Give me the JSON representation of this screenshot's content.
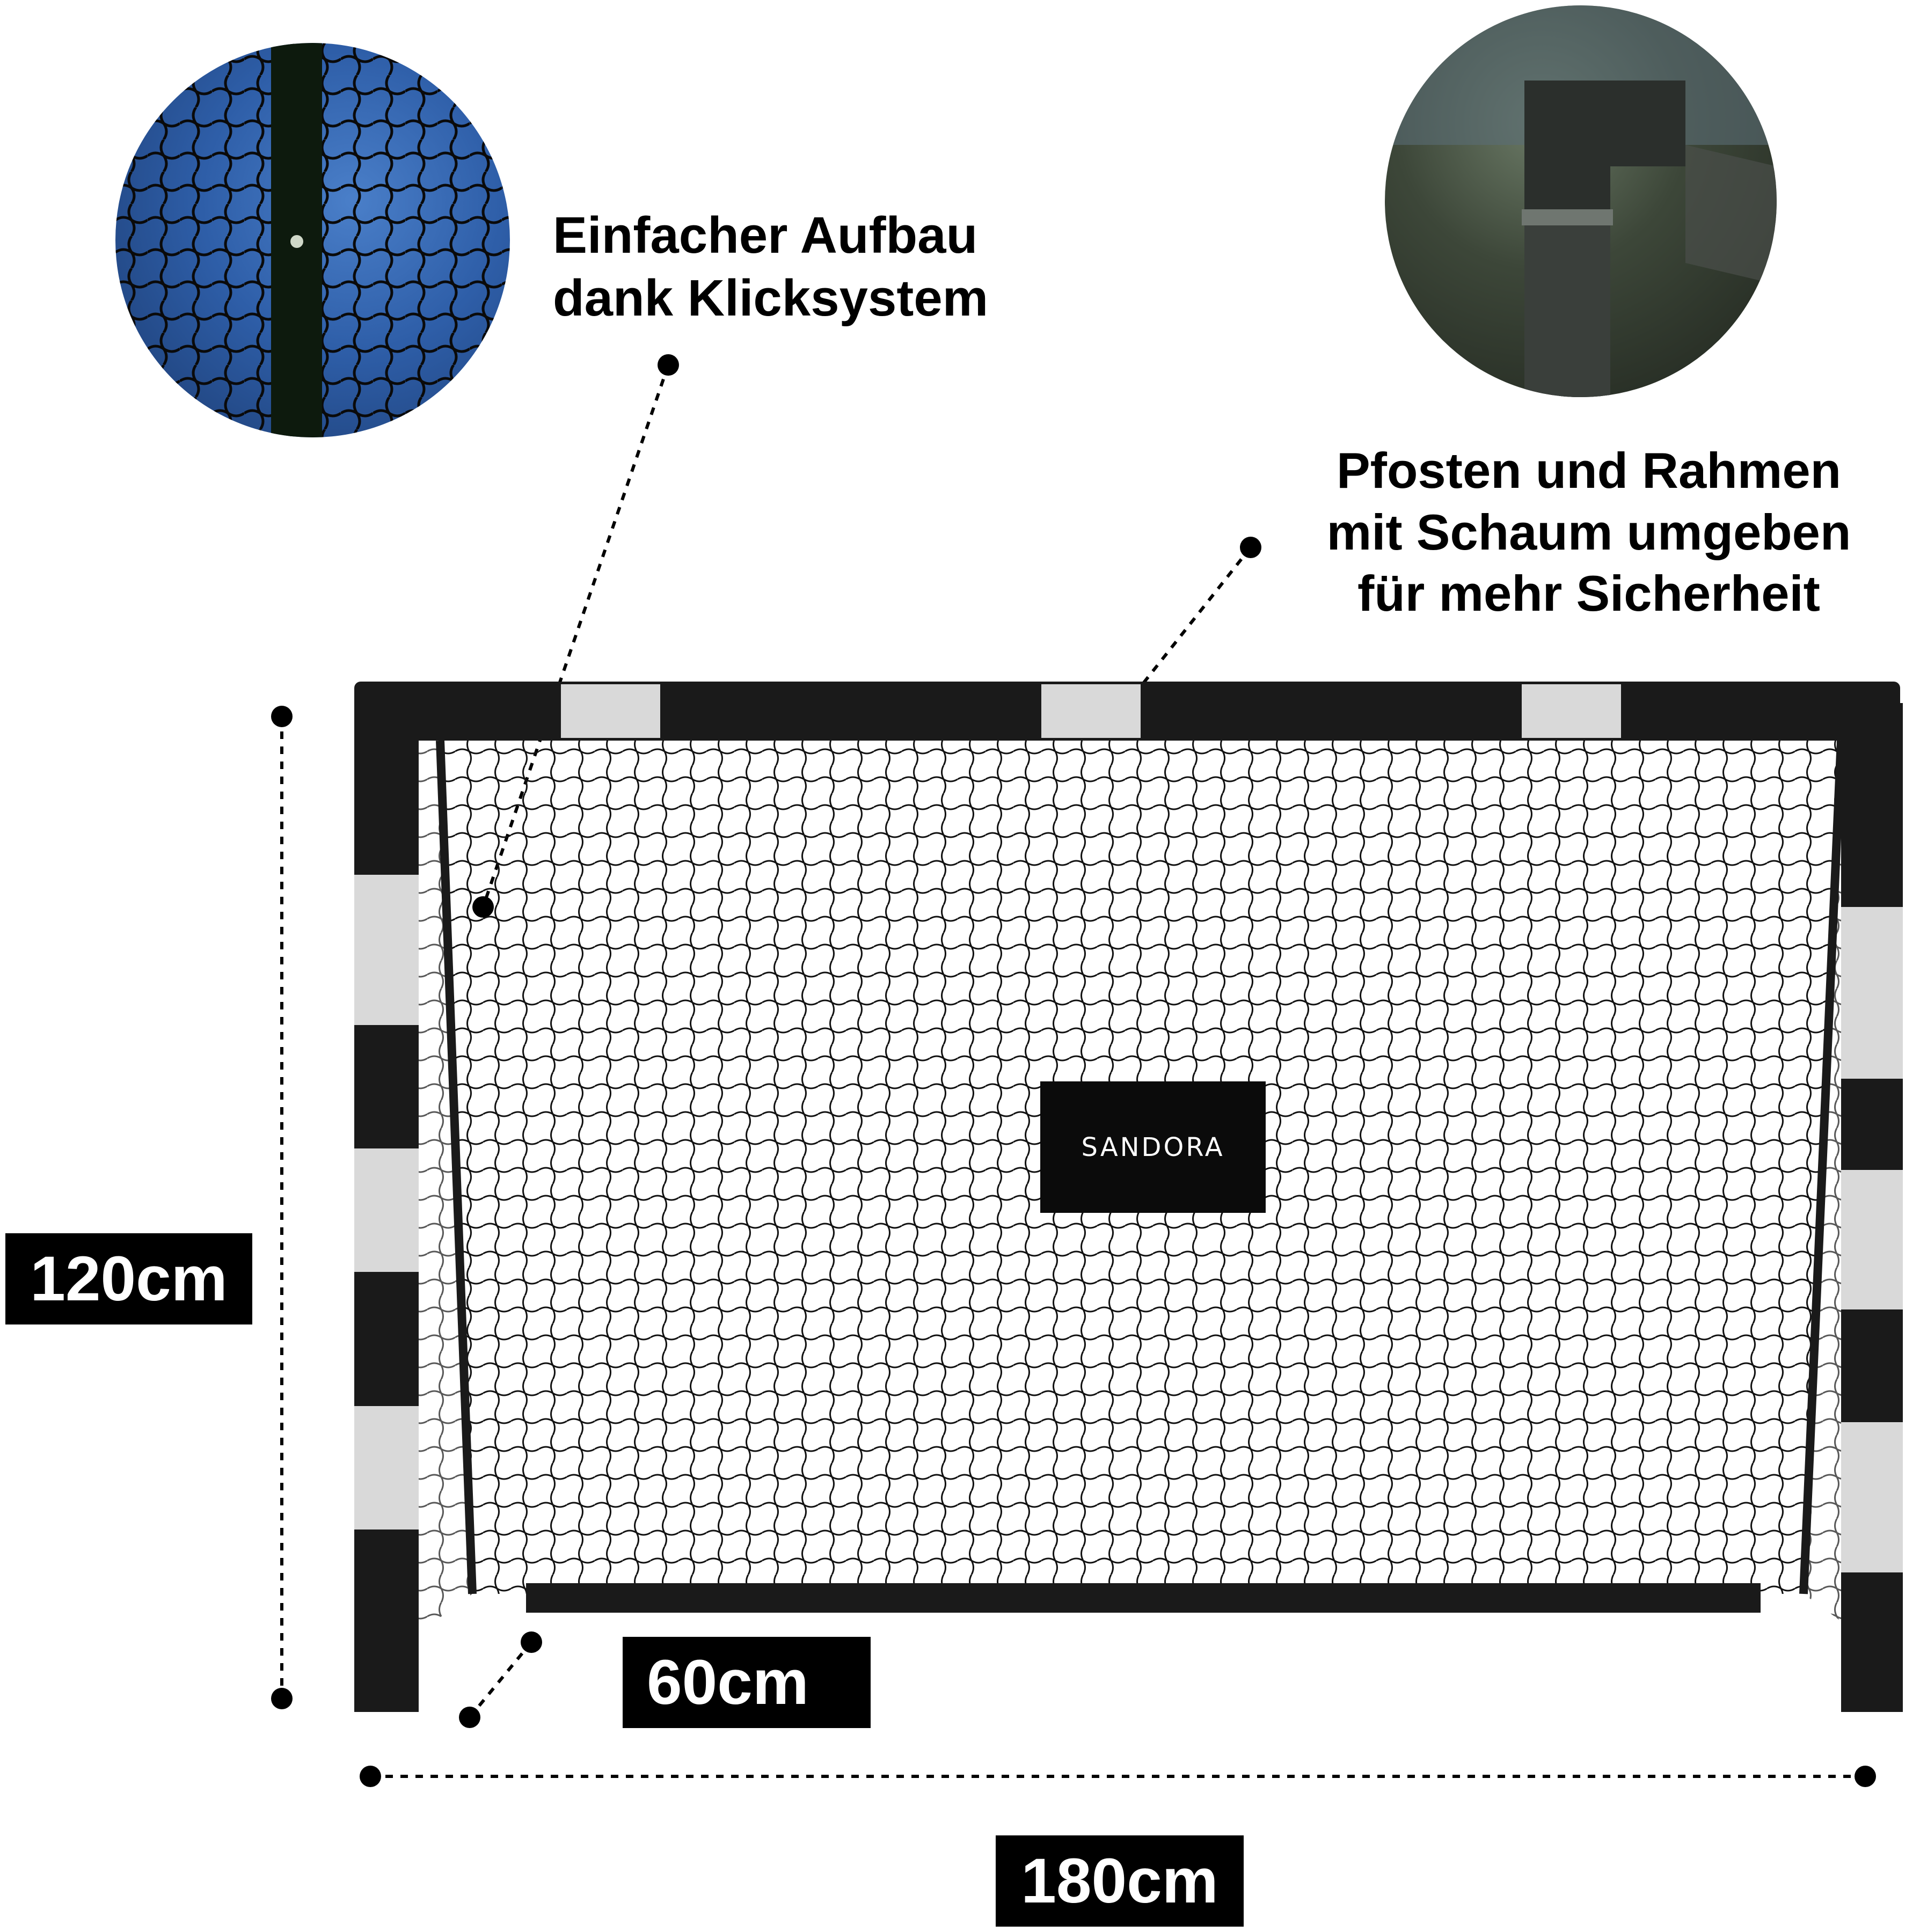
{
  "product": {
    "brand_label": "SANDORA"
  },
  "callouts": [
    {
      "id": "click-system",
      "lines": [
        "Einfacher Aufbau",
        "dank Klicksystem"
      ]
    },
    {
      "id": "foam-padding",
      "lines": [
        "Pfosten und Rahmen",
        "mit Schaum umgeben",
        "für mehr Sicherheit"
      ]
    }
  ],
  "dimensions": {
    "height": "120cm",
    "depth": "60cm",
    "width": "180cm"
  },
  "detail_images": [
    {
      "id": "net-clip-closeup",
      "description": "Close-up of net attached to post"
    },
    {
      "id": "foam-corner-closeup",
      "description": "Close-up of foam-padded frame corner"
    }
  ],
  "colors": {
    "label_bg": "#000000",
    "label_text": "#ffffff",
    "frame_dark": "#1a1a1a",
    "frame_stripe": "#d9d9d9",
    "background": "#ffffff"
  }
}
